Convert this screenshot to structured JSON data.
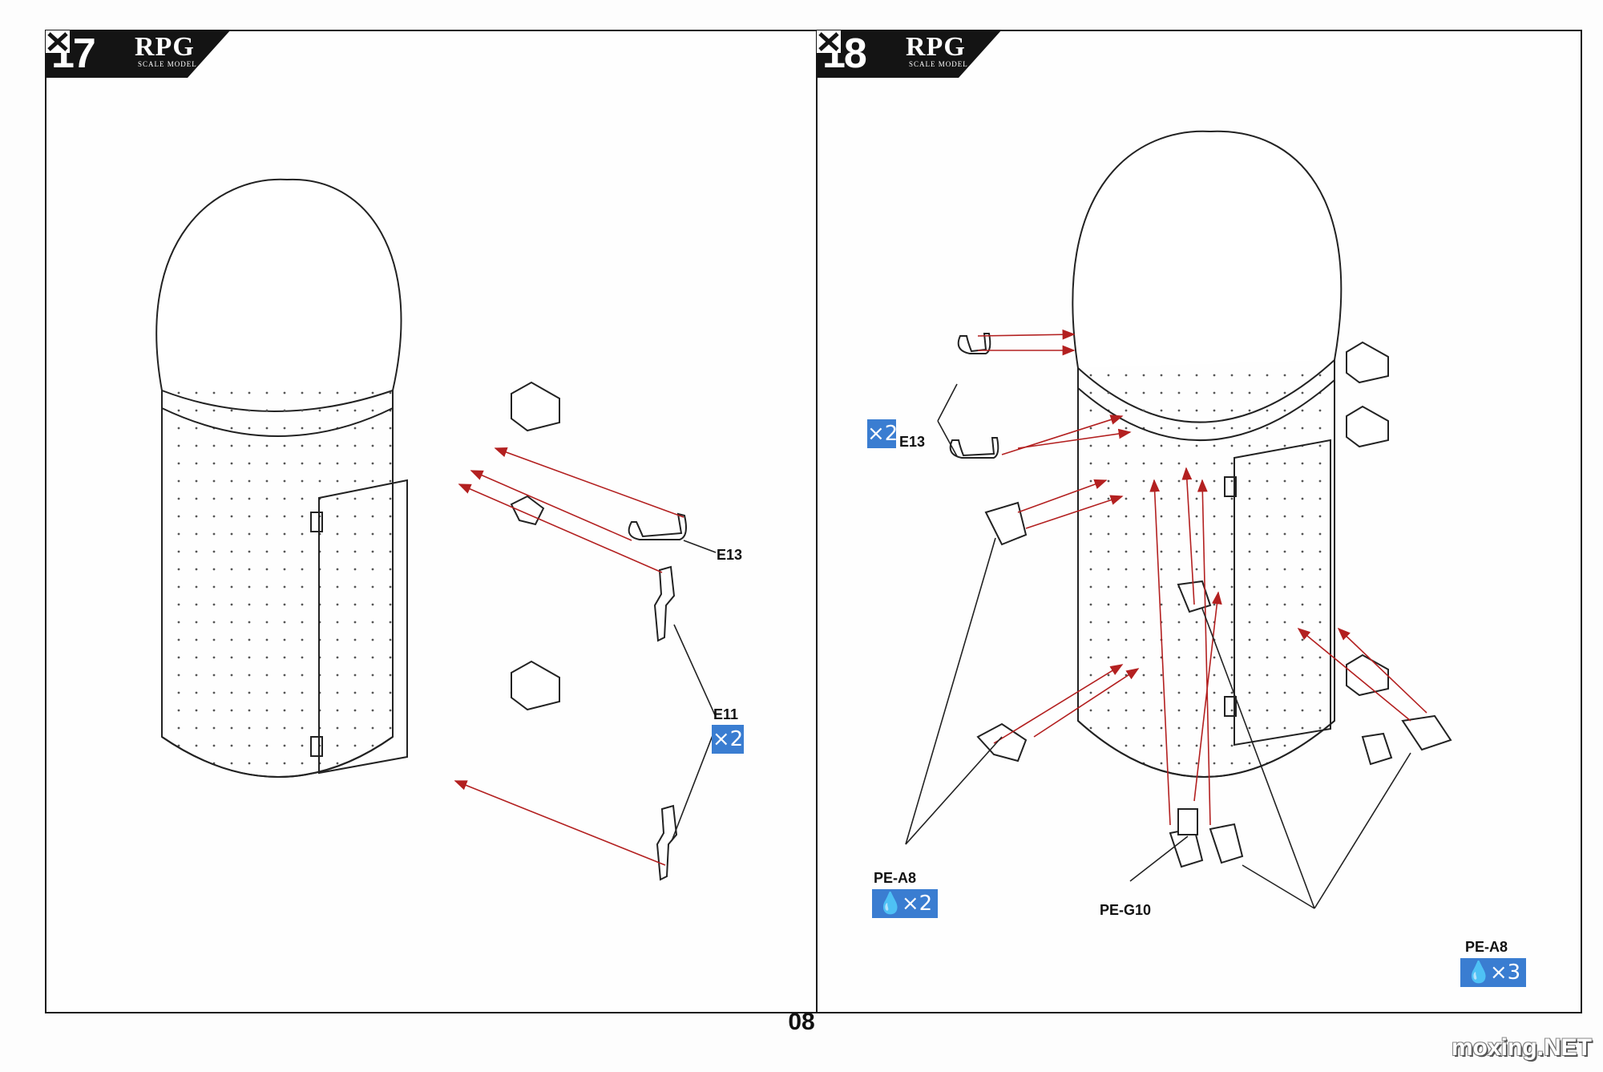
{
  "page": {
    "number": "08",
    "watermark": "moxing.NET"
  },
  "steps": [
    {
      "step_number": "17",
      "brand": "RPG",
      "brand_sub": "SCALE MODEL",
      "parts": [
        {
          "id": "E13",
          "qty": ""
        },
        {
          "id": "E11",
          "qty": "×2"
        }
      ]
    },
    {
      "step_number": "18",
      "brand": "RPG",
      "brand_sub": "SCALE MODEL",
      "parts": [
        {
          "id": "E13",
          "qty": "×2"
        },
        {
          "id": "PE-A8",
          "qty": "×2"
        },
        {
          "id": "PE-G10",
          "qty": ""
        },
        {
          "id": "PE-A8",
          "qty": "×3"
        }
      ]
    }
  ],
  "colors": {
    "arrow": "#b32020",
    "qty_badge": "#3a7dd1",
    "line": "#222222"
  },
  "icons": [
    "cement-drop-icon",
    "x-cross-logo-icon"
  ]
}
